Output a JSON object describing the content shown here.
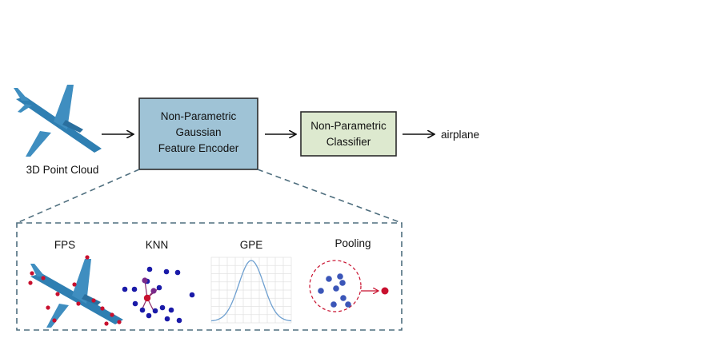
{
  "pipeline": {
    "input_label": "3D Point Cloud",
    "encoder_line1": "Non-Parametric",
    "encoder_line2": "Gaussian",
    "encoder_line3": "Feature Encoder",
    "classifier_line1": "Non-Parametric",
    "classifier_line2": "Classifier",
    "output_label": "airplane"
  },
  "steps": {
    "fps_label": "FPS",
    "knn_label": "KNN",
    "gpe_label": "GPE",
    "pooling_label": "Pooling"
  },
  "colors": {
    "encoder_fill": "#9fc3d6",
    "classifier_fill": "#dde9cf",
    "box_stroke": "#2b2b2b",
    "dashed_stroke": "#4e6e7e",
    "point_blue": "#1a1aa8",
    "point_red": "#c8102e",
    "pool_point": "#3b56b8",
    "plane_blue": "#2f7fb2",
    "curve_blue": "#6fa0d0"
  }
}
